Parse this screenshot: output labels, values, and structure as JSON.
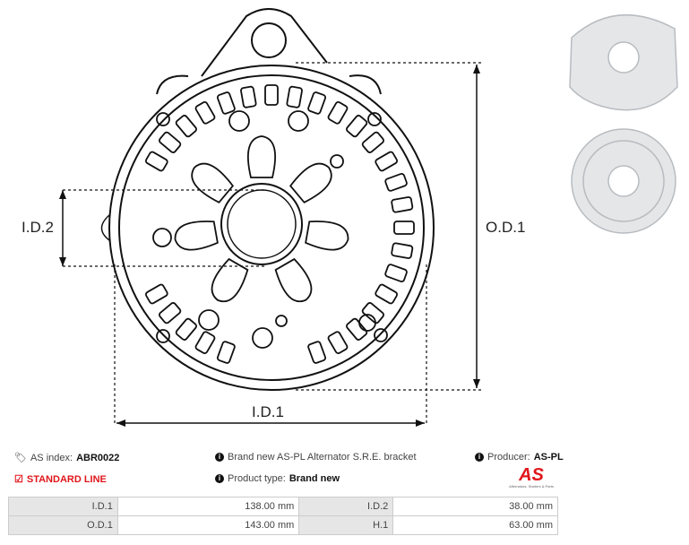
{
  "drawing": {
    "labels": {
      "id2": "I.D.2",
      "od1": "O.D.1",
      "id1": "I.D.1"
    }
  },
  "info": {
    "as_index_label": "AS index:",
    "as_index_value": "ABR0022",
    "line": "STANDARD LINE",
    "description": "Brand new AS-PL Alternator S.R.E. bracket",
    "product_type_label": "Product type:",
    "product_type_value": "Brand new",
    "producer_label": "Producer:",
    "producer_value": "AS-PL",
    "logo_text": "AS",
    "logo_tagline": "Alternators, Starters & Parts"
  },
  "specs": [
    [
      {
        "k": "I.D.1",
        "v": "138.00 mm"
      },
      {
        "k": "I.D.2",
        "v": "38.00 mm"
      }
    ],
    [
      {
        "k": "O.D.1",
        "v": "143.00 mm"
      },
      {
        "k": "H.1",
        "v": "63.00 mm"
      }
    ]
  ],
  "colors": {
    "accent": "#e0161b",
    "label_bg": "#e6e6e6"
  },
  "icons": [
    "tags-icon",
    "checkbox-icon",
    "info-icon"
  ]
}
